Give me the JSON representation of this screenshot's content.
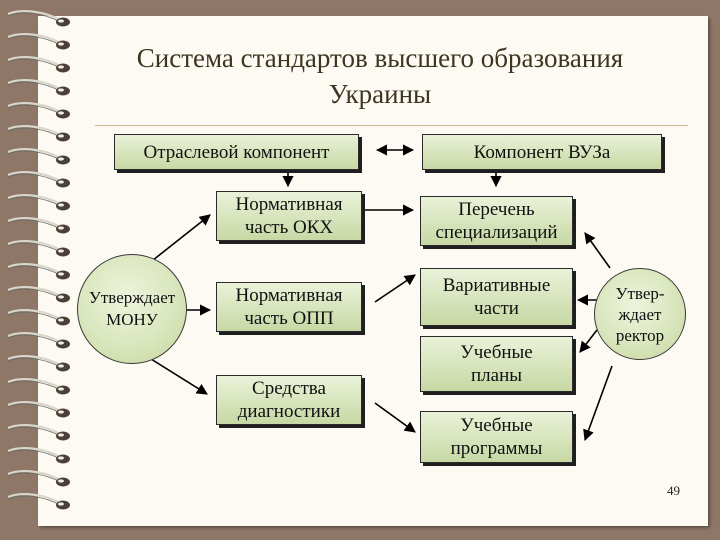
{
  "slide": {
    "title_lines": [
      "Система стандартов высшего образования",
      "Украины"
    ],
    "page_number": "49"
  },
  "left_column": {
    "header": "Отраслевой компонент",
    "approver_lines": [
      "Утверждает",
      "МОНУ"
    ],
    "box_okh": [
      "Нормативная",
      "часть ОКХ"
    ],
    "box_opp": [
      "Нормативная",
      "часть ОПП"
    ],
    "box_diag": [
      "Средства",
      "диагностики"
    ]
  },
  "right_column": {
    "header": "Компонент ВУЗа",
    "approver_lines": [
      "Утвер-",
      "ждает",
      "ректор"
    ],
    "box_spec": [
      "Перечень",
      "специализаций"
    ],
    "box_var": [
      "Вариативные",
      "части"
    ],
    "box_plans": [
      "Учебные",
      "планы"
    ],
    "box_programs": [
      "Учебные",
      "программы"
    ]
  },
  "colors": {
    "background": "#8e7767",
    "page": "#fcfaf2",
    "box_fill_top": "#eaf2d9",
    "box_fill_bottom": "#c7d8a4",
    "title_text": "#3d3520",
    "arrow": "#000000"
  }
}
